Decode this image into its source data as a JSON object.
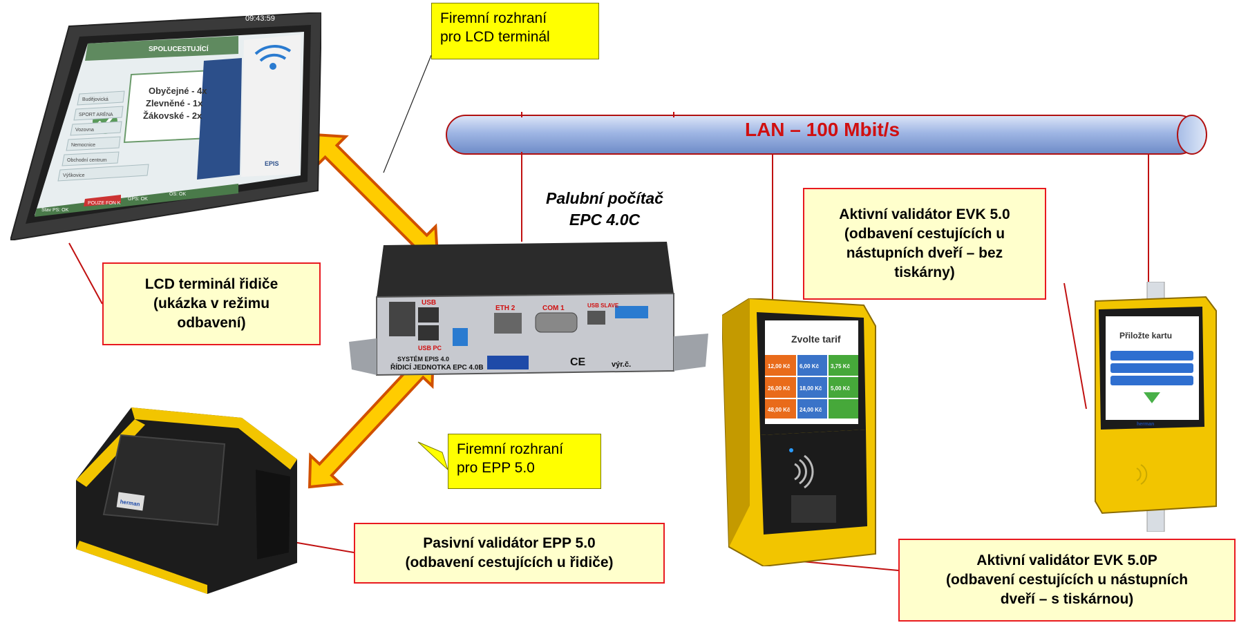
{
  "lan": {
    "label": "LAN – 100 Mbit/s"
  },
  "onboard_computer": {
    "line1": "Palubní počítač",
    "line2": "EPC 4.0C"
  },
  "notes": {
    "lcd_interface": {
      "line1": "Firemní rozhraní",
      "line2": "pro LCD terminál"
    },
    "epp_interface": {
      "line1": "Firemní rozhraní",
      "line2": "pro EPP 5.0"
    }
  },
  "callouts": {
    "lcd_terminal": {
      "line1": "LCD terminál řidiče",
      "line2": "(ukázka v režimu",
      "line3": "odbavení)"
    },
    "epp": {
      "line1": "Pasivní validátor EPP 5.0",
      "line2": "(odbavení cestujících u řidiče)"
    },
    "evk50": {
      "line1": "Aktivní validátor EVK 5.0",
      "line2": "(odbavení cestujících u",
      "line3": "nástupních dveří – bez",
      "line4": "tiskárny)"
    },
    "evk50p": {
      "line1": "Aktivní validátor EVK 5.0P",
      "line2": "(odbavení cestujících u nástupních",
      "line3": "dveří – s tiskárnou)"
    }
  },
  "lcd_screen": {
    "time": "09:43:59",
    "header": "SPOLUCESTUJÍCÍ",
    "fare_lines": [
      "Obyčejné - 4x",
      "Zlevněné - 1x",
      "Žákovské - 2x"
    ],
    "stops": [
      "Budějovická",
      "SPORT ARÉNA",
      "Vozovna",
      "Nemocnice",
      "Obchodní centrum",
      "Výškovice"
    ],
    "status": [
      "Stav PS: OK",
      "POUZE FON K",
      "GPS: OK",
      "OS: OK"
    ],
    "brand": "EPIS"
  },
  "epc_panel": {
    "unit": "ŘÍDICÍ JEDNOTKA  EPC 4.0B",
    "system": "SYSTÉM EPIS 4.0",
    "labels": [
      "USB",
      "ETH 2",
      "COM 1",
      "USB SLAVE",
      "USB PC"
    ],
    "serial": "výr.č."
  },
  "evk_screen": {
    "title": "Zvolte tarif",
    "prices": [
      "12,00 Kč",
      "6,00 Kč",
      "3,75 Kč",
      "26,00 Kč",
      "18,00 Kč",
      "5,00 Kč",
      "48,00 Kč",
      "24,00 Kč"
    ]
  },
  "evk50_screen": {
    "title": "Přiložte kartu"
  },
  "brand_mark": "herman"
}
